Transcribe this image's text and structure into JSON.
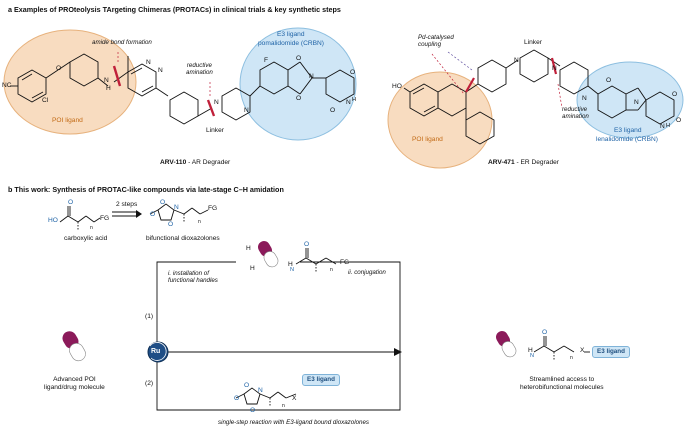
{
  "section_a": {
    "title": "a   Examples of PROteolysis TArgeting Chimeras (PROTACs) in clinical trials & key synthetic steps",
    "arv110": {
      "amide_note": "amide bond formation",
      "reductive_note": "reductive\namination",
      "poi_ligand": "POI ligand",
      "e3_ligand_line1": "E3 ligand",
      "e3_ligand_line2": "pomalidomide (CRBN)",
      "linker": "Linker",
      "name": "ARV-110",
      "subtitle": " - AR Degrader",
      "atoms": [
        "NC",
        "Cl",
        "O",
        "N",
        "H",
        "N",
        "N",
        "F",
        "N",
        "N",
        "O",
        "O",
        "N",
        "O",
        "N",
        "H",
        "O"
      ]
    },
    "arv471": {
      "pd_note": "Pd-catalysed\ncoupling",
      "reductive_note": "reductive\namination",
      "poi_ligand": "POI ligand",
      "linker": "Linker",
      "e3_ligand_line1": "E3 ligand",
      "e3_ligand_line2": "lenalidomide (CRBN)",
      "name": "ARV-471",
      "subtitle": " - ER Degrader",
      "atoms": [
        "HO",
        "N",
        "N",
        "N",
        "O",
        "N",
        "O",
        "N",
        "H",
        "O"
      ]
    }
  },
  "section_b": {
    "title": "b   This work: Synthesis of PROTAC-like compounds via late-stage C–H amidation",
    "steps_label": "2 steps",
    "carboxylic_acid": "carboxylic acid",
    "bifunctional": "bifunctional dioxazolones",
    "step1_label": "i. installation of\nfunctional handles",
    "step2_label": "ii. conjugation",
    "path1": "(1)",
    "path2": "(2)",
    "catalyst": "Ru",
    "poi_molecule": "Advanced POI\nligand/drug molecule",
    "e3_ligand_pill": "E3 ligand",
    "e3_ligand_pill_right": "E3 ligand",
    "streamlined": "Streamlined access to\nheterobifunctional molecules",
    "single_step": "single-step reaction with E3-ligand bound dioxazolones",
    "atoms": [
      "HO",
      "O",
      "FG",
      "n",
      "O",
      "O",
      "N",
      "O",
      "FG",
      "n",
      "H",
      "N",
      "O",
      "FG",
      "n",
      "H",
      "H",
      "O",
      "O",
      "N",
      "O",
      "X",
      "n",
      "H",
      "N",
      "O",
      "X",
      "n"
    ]
  },
  "colors": {
    "orange_fill": "#f8dcc0",
    "blue_fill": "#cfe6f6",
    "bond_red": "#c0203a",
    "pill_purple": "#8b1a5a",
    "ru_blue": "#1f4e86"
  }
}
